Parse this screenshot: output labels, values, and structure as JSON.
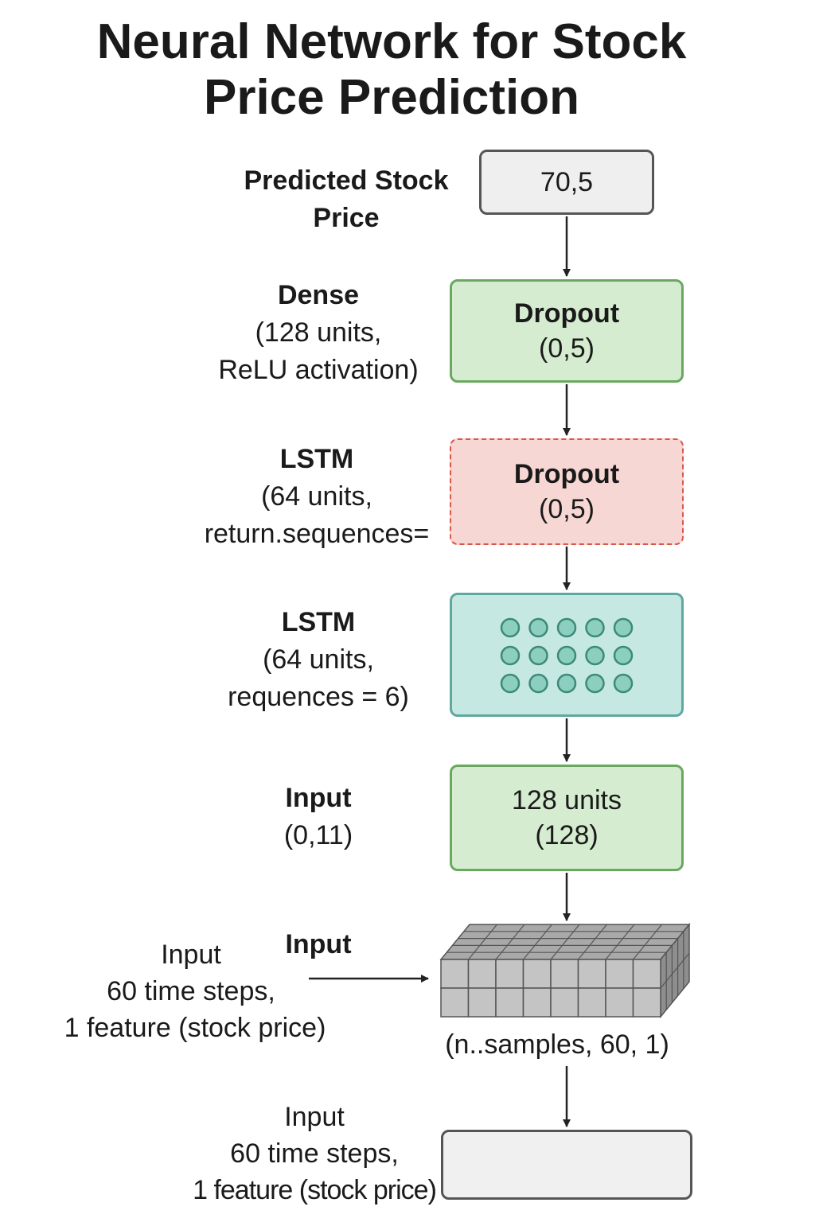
{
  "title": [
    "Neural Network for Stock",
    "Price Prediction"
  ],
  "output": {
    "label": [
      "Predicted Stock",
      "Price"
    ],
    "value": "70,5"
  },
  "dense": {
    "label_heading": "Dense",
    "label_lines": [
      "(128 units,",
      "ReLU activation)"
    ],
    "box_heading": "Dropout",
    "box_value": "(0,5)",
    "color": "#d5ecd0"
  },
  "lstm2": {
    "label_heading": "LSTM",
    "label_lines": [
      "(64 units,",
      "return.sequences="
    ],
    "box_heading": "Dropout",
    "box_value": "(0,5)",
    "color": "#f7d7d3"
  },
  "lstm1": {
    "label_heading": "LSTM",
    "label_lines": [
      "(64 units,",
      "requences = 6)"
    ],
    "neuron_rows": 3,
    "neuron_cols": 5,
    "color": "#c6e8e3"
  },
  "input1": {
    "label_heading": "Input",
    "label_lines": [
      "(0,11)"
    ],
    "box_lines": [
      "128 units",
      "(128)"
    ]
  },
  "tensor": {
    "top_label": "Input",
    "side_label": [
      "Input",
      "60 time steps,",
      "1 feature (stock price)"
    ],
    "shape_label": "(n..samples, 60, 1)",
    "rows": 2,
    "cols": 8,
    "depth": 5
  },
  "bottom": {
    "label": [
      "Input",
      "60 time steps,",
      "1 feature (stock price)"
    ]
  }
}
